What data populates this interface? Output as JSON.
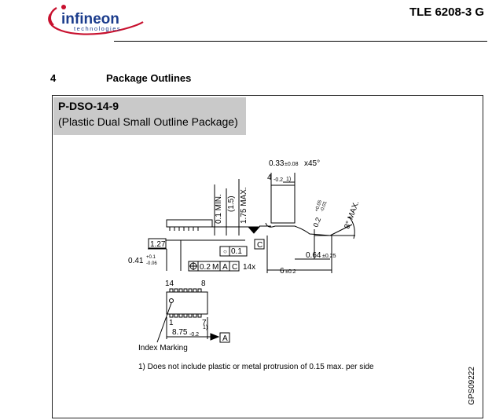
{
  "header": {
    "logo": {
      "brand": "infineon",
      "sub": "technologies"
    },
    "doc_title": "TLE 6208-3 G"
  },
  "section": {
    "number": "4",
    "title": "Package Outlines"
  },
  "package": {
    "name": "P-DSO-14-9",
    "description": "(Plastic Dual Small Outline Package)"
  },
  "drawing": {
    "chamfer": {
      "value": "0.33",
      "tol": "±0.08",
      "suffix": "x45°"
    },
    "thickness_4": {
      "value": "4",
      "tol": "-0.2",
      "note": "1)"
    },
    "min_01": "0.1 MIN.",
    "dim_15": "(1.5)",
    "max_175": "1.75 MAX.",
    "angle": {
      "value": "0.2",
      "tol_up": "+0.05",
      "tol_dn": "-0.01"
    },
    "angle_max": "8° MAX.",
    "pitch": "1.27",
    "lead_width": {
      "value": "0.41",
      "tol_up": "+0.1",
      "tol_dn": "-0.06"
    },
    "flatness": "0.1",
    "position_tol": {
      "value": "0.2",
      "mod": "M",
      "datum1": "A",
      "datum2": "C"
    },
    "count": "14x",
    "datum_c": "C",
    "foot": {
      "value": "0.64",
      "tol": "±0.25"
    },
    "width_6": {
      "value": "6",
      "tol": "±0.2"
    },
    "pin_top_left": "14",
    "pin_top_right": "8",
    "pin_bot_left": "1",
    "pin_bot_right": "7",
    "length": {
      "value": "8.75",
      "tol": "-0.2",
      "note": "1)"
    },
    "datum_a": "A",
    "index_marking": "Index Marking",
    "footnote": "1) Does not include plastic or metal protrusion of 0.15 max. per side",
    "drawing_id": "GPS09222"
  }
}
